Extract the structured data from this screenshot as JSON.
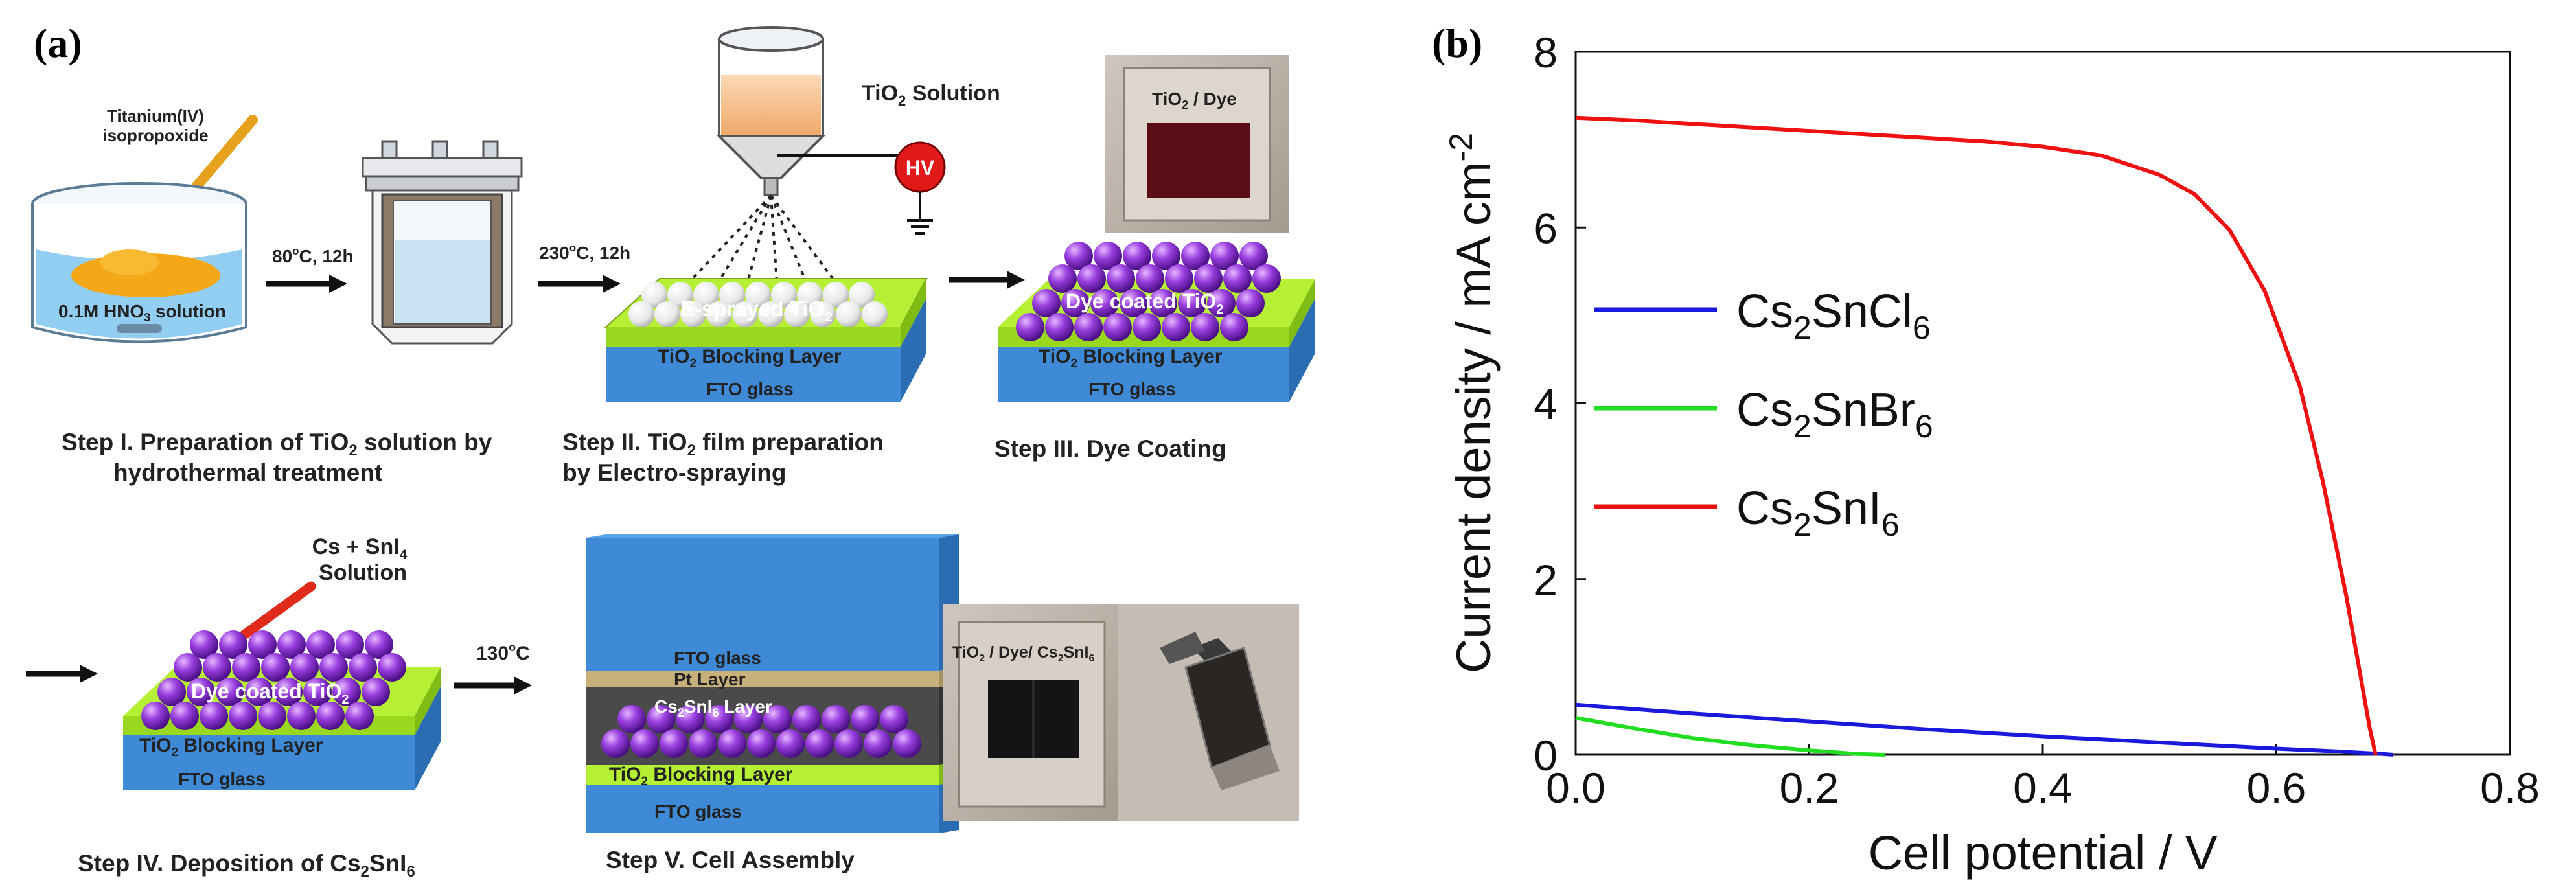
{
  "panel_a": {
    "label": "(a)",
    "precursor": [
      "Titanium(IV)",
      "isopropoxide"
    ],
    "hno3": "0.1M HNO",
    "hno3_sub": "3",
    "hno3_tail": " solution",
    "cond1": "80",
    "cond1_tail": "C, 12h",
    "cond2": "230",
    "cond2_tail": "C, 12h",
    "cond3": "130",
    "cond3_tail": "C",
    "deg_o": "o",
    "tio2_solution": "TiO",
    "tio2_solution_tail": " Solution",
    "hv": "HV",
    "esprayed": "E-sprayed TiO",
    "tio2_blocking": "TiO",
    "tio2_blocking_tail": " Blocking Layer",
    "fto": "FTO glass",
    "dye_coated": "Dye coated TiO",
    "photo1_label": "TiO",
    "photo1_tail": " / Dye",
    "cs_solution": [
      "Cs + SnI",
      "Solution"
    ],
    "cs_sub": "4",
    "pt_layer": "Pt Layer",
    "cssni6_layer": "Cs",
    "cssni6_mid": "SnI",
    "cssni6_tail": " Layer",
    "photo2_label": "TiO",
    "photo2_mid": " / Dye/ Cs",
    "photo2_snl": "SnI",
    "sub2": "2",
    "sub6": "6",
    "step1": [
      "Step I. Preparation of TiO",
      " solution by",
      "hydrothermal treatment"
    ],
    "step2": [
      "Step II. TiO",
      " film preparation",
      "by Electro-spraying"
    ],
    "step3": "Step III. Dye Coating",
    "step4": [
      "Step IV. Deposition of Cs",
      "SnI"
    ],
    "step5": "Step V. Cell Assembly"
  },
  "panel_b": {
    "label": "(b)"
  },
  "chart_data": {
    "type": "line",
    "xlabel": "Cell potential / V",
    "ylabel": "Current density / mA cm",
    "ylabel_sup": "-2",
    "xlim": [
      0.0,
      0.8
    ],
    "ylim": [
      0,
      8
    ],
    "xticks": [
      "0.0",
      "0.2",
      "0.4",
      "0.6",
      "0.8"
    ],
    "yticks": [
      "0",
      "2",
      "4",
      "6",
      "8"
    ],
    "xtick_values": [
      0.0,
      0.2,
      0.4,
      0.6,
      0.8
    ],
    "ytick_values": [
      0,
      2,
      4,
      6,
      8
    ],
    "grid": false,
    "legend_placement": "center-left",
    "series": [
      {
        "legend": [
          "Cs",
          "2",
          "SnCl",
          "6"
        ],
        "color": "#1a1adc",
        "x": [
          0.0,
          0.1,
          0.2,
          0.3,
          0.4,
          0.5,
          0.6,
          0.65,
          0.69,
          0.7
        ],
        "y": [
          0.57,
          0.47,
          0.38,
          0.29,
          0.21,
          0.14,
          0.07,
          0.04,
          0.01,
          0.0
        ]
      },
      {
        "legend": [
          "Cs",
          "2",
          "SnBr",
          "6"
        ],
        "color": "#22dd22",
        "x": [
          0.0,
          0.05,
          0.1,
          0.15,
          0.2,
          0.24,
          0.265
        ],
        "y": [
          0.42,
          0.3,
          0.19,
          0.11,
          0.05,
          0.01,
          0.0
        ]
      },
      {
        "legend": [
          "Cs",
          "2",
          "SnI",
          "6"
        ],
        "color": "#ee1111",
        "x": [
          0.0,
          0.05,
          0.1,
          0.15,
          0.2,
          0.25,
          0.3,
          0.35,
          0.4,
          0.45,
          0.5,
          0.53,
          0.56,
          0.59,
          0.62,
          0.64,
          0.66,
          0.67,
          0.68,
          0.685
        ],
        "y": [
          7.25,
          7.22,
          7.18,
          7.14,
          7.1,
          7.06,
          7.02,
          6.98,
          6.92,
          6.82,
          6.6,
          6.38,
          5.97,
          5.28,
          4.2,
          3.1,
          1.8,
          1.05,
          0.3,
          0.0
        ]
      }
    ]
  }
}
